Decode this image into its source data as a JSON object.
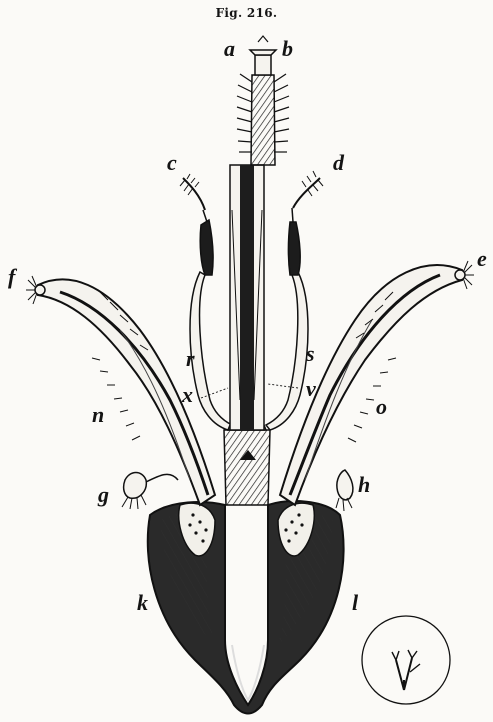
{
  "figure": {
    "title": "Fig. 216."
  },
  "labels": {
    "a": "a",
    "b": "b",
    "c": "c",
    "d": "d",
    "e": "e",
    "f": "f",
    "g": "g",
    "h": "h",
    "k": "k",
    "l": "l",
    "n": "n",
    "o": "o",
    "r": "r",
    "s": "s",
    "v": "v",
    "x": "x"
  }
}
